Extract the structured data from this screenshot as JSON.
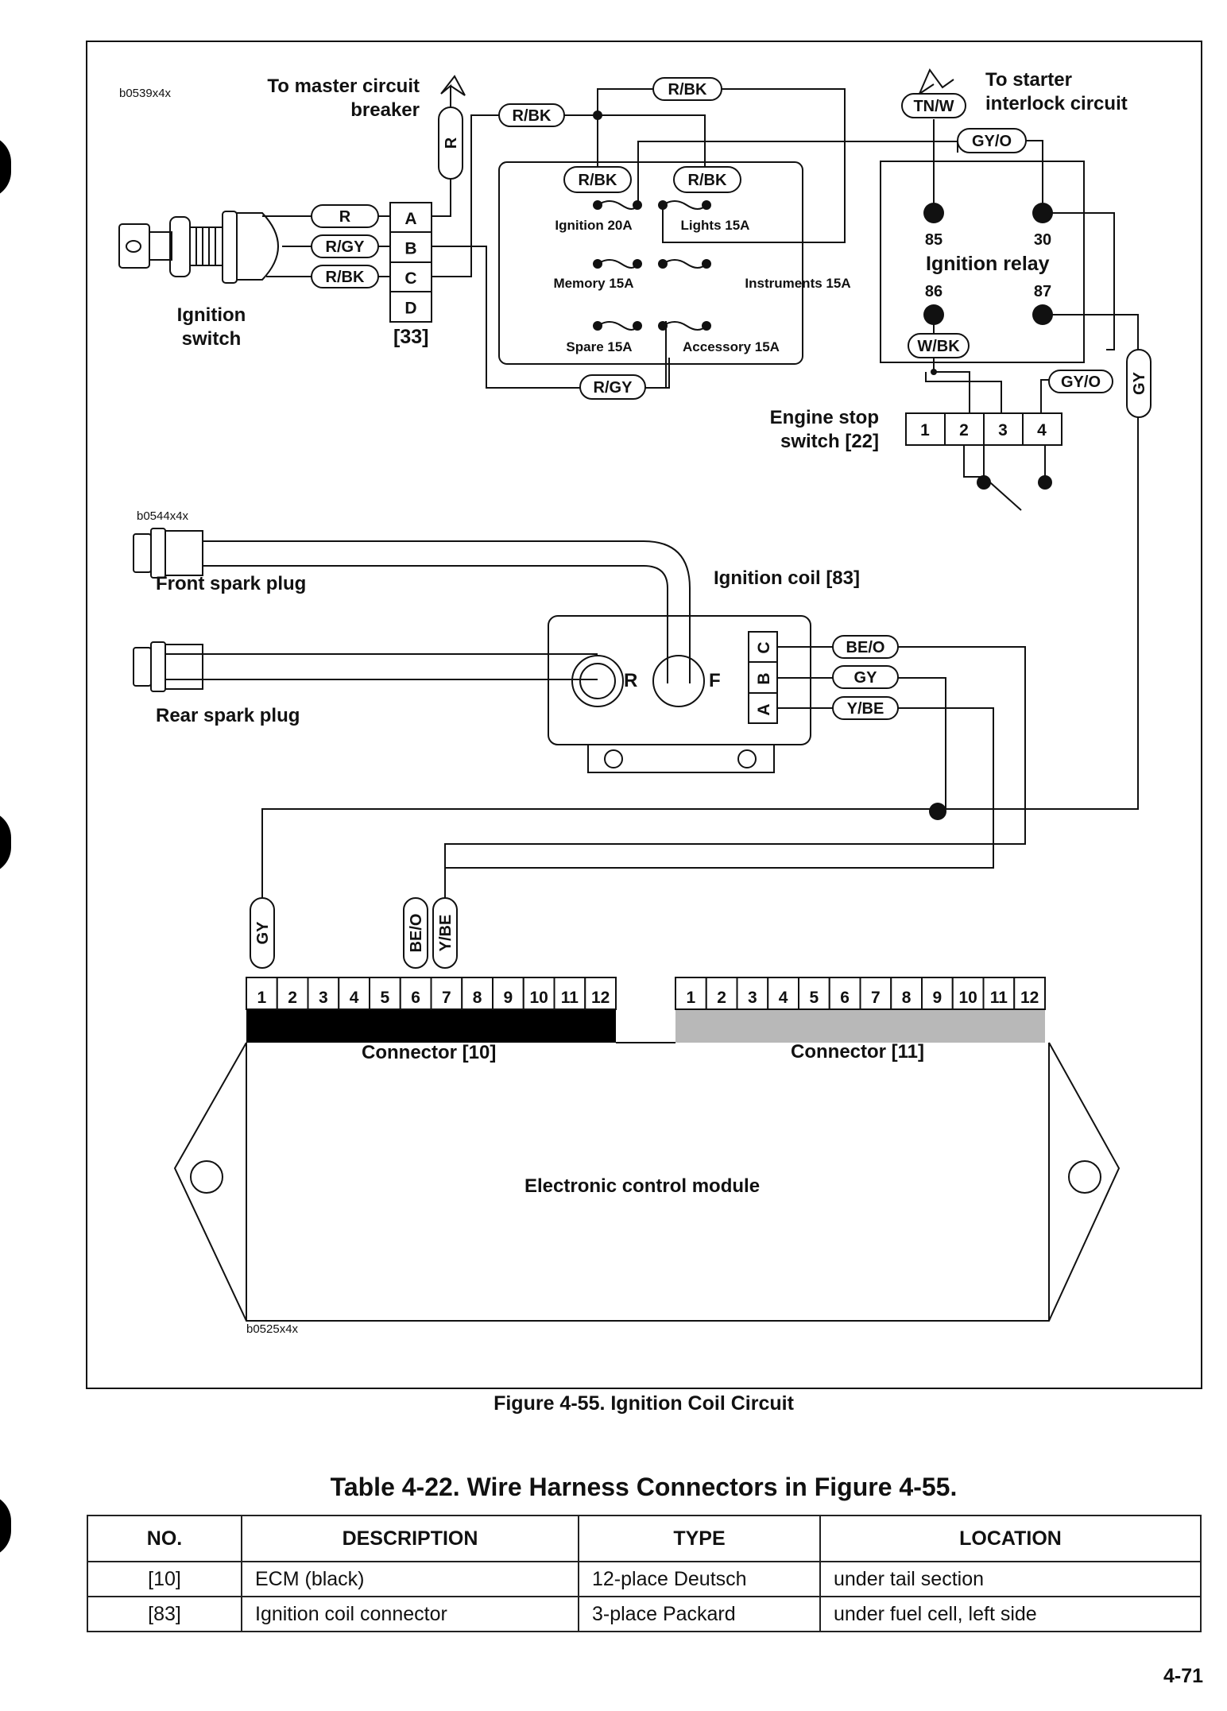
{
  "figure": {
    "ref_codes": [
      "b0539x4x",
      "b0544x4x",
      "b0525x4x"
    ],
    "master_breaker": "To master circuit breaker",
    "starter_interlock": "To starter interlock circuit",
    "ignition_switch": {
      "label": "Ignition switch",
      "connector": "[33]",
      "pins": [
        "A",
        "B",
        "C",
        "D"
      ],
      "wires": [
        "R",
        "R/GY",
        "R/BK"
      ]
    },
    "wire_tags": {
      "r": "R",
      "rbk_top": "R/BK",
      "rbk_mid": "R/BK",
      "rbk_fuse1": "R/BK",
      "rbk_fuse2": "R/BK",
      "rgy": "R/GY",
      "tnw": "TN/W",
      "gyo_top": "GY/O",
      "gyo_mid": "GY/O",
      "wbk": "W/BK",
      "gy_right": "GY",
      "gy_ecm": "GY",
      "beo_ecm": "BE/O",
      "ybe_ecm": "Y/BE"
    },
    "fuses": [
      "Ignition 20A",
      "Lights 15A",
      "Memory 15A",
      "Instruments 15A",
      "Spare 15A",
      "Accessory 15A"
    ],
    "relay": {
      "label": "Ignition relay",
      "pins": [
        "85",
        "30",
        "86",
        "87"
      ]
    },
    "engine_stop": {
      "label": "Engine stop switch [22]",
      "pins": [
        "1",
        "2",
        "3",
        "4"
      ]
    },
    "front_plug": "Front spark plug",
    "rear_plug": "Rear spark plug",
    "coil": {
      "label": "Ignition coil [83]",
      "pins": [
        "C",
        "B",
        "A"
      ],
      "wires": [
        "BE/O",
        "GY",
        "Y/BE"
      ],
      "rear_post": "R",
      "front_post": "F"
    },
    "ecm": {
      "label": "Electronic control module",
      "connector_10": "Connector [10]",
      "connector_11": "Connector [11]",
      "pins": [
        "1",
        "2",
        "3",
        "4",
        "5",
        "6",
        "7",
        "8",
        "9",
        "10",
        "11",
        "12"
      ]
    }
  },
  "caption": "Figure 4-55. Ignition Coil Circuit",
  "table": {
    "title": "Table 4-22. Wire Harness Connectors in Figure 4-55.",
    "headers": [
      "NO.",
      "DESCRIPTION",
      "TYPE",
      "LOCATION"
    ],
    "rows": [
      [
        "[10]",
        "ECM (black)",
        "12-place Deutsch",
        "under tail section"
      ],
      [
        "[83]",
        "Ignition coil connector",
        "3-place Packard",
        "under fuel cell, left side"
      ]
    ]
  },
  "page_number": "4-71"
}
